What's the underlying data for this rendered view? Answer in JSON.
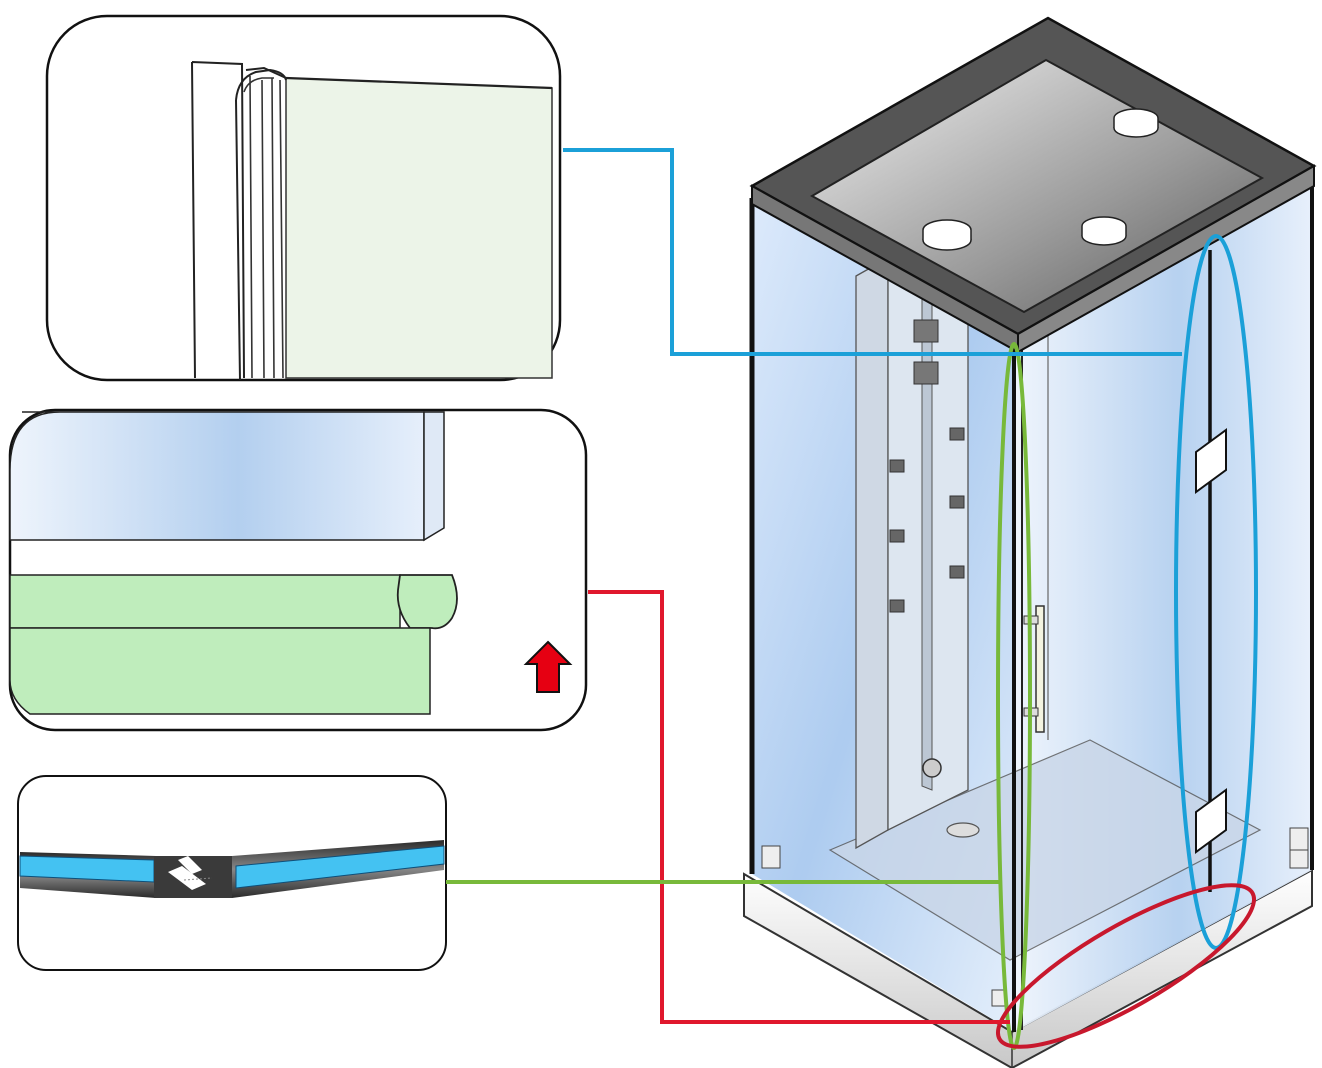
{
  "colors": {
    "seal_side": "#1ba0d8",
    "seal_bottom": "#e0182d",
    "seal_center": "#78b93a",
    "glass_blue": "#b8d4f0",
    "green_seal": "#bfedbc",
    "frame_grey": "#666666"
  },
  "callouts": [
    {
      "name": "vertical-glass-seal-detail",
      "leader_color": "seal_side",
      "target": "blue-ellipse-hinged-edge"
    },
    {
      "name": "bottom-sweep-seal-detail",
      "leader_color": "seal_bottom",
      "target": "red-ellipse-bottom-edge",
      "icon": "arrow-up-icon"
    },
    {
      "name": "magnetic-door-seal-detail",
      "leader_color": "seal_center",
      "target": "green-ellipse-door-edge"
    }
  ]
}
